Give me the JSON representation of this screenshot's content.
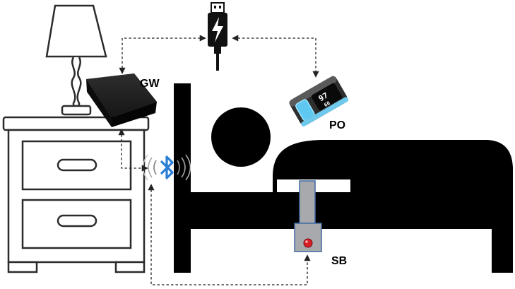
{
  "labels": {
    "gateway": "GW",
    "pulse_oximeter": "PO",
    "sensor_box": "SB"
  },
  "pulse_oximeter_display": {
    "line1": "97",
    "line2": "60"
  },
  "icons": {
    "power": "usb-power-icon",
    "wireless": "bluetooth-icon",
    "lamp": "lamp-icon",
    "nightstand": "nightstand-icon",
    "bed": "bed-icon",
    "person": "person-head-icon"
  },
  "colors": {
    "bluetooth": "#2a7fd4",
    "po_glow": "#5ec8f0",
    "sensor_body": "#a7a9ac",
    "sensor_led": "#d71f26"
  }
}
